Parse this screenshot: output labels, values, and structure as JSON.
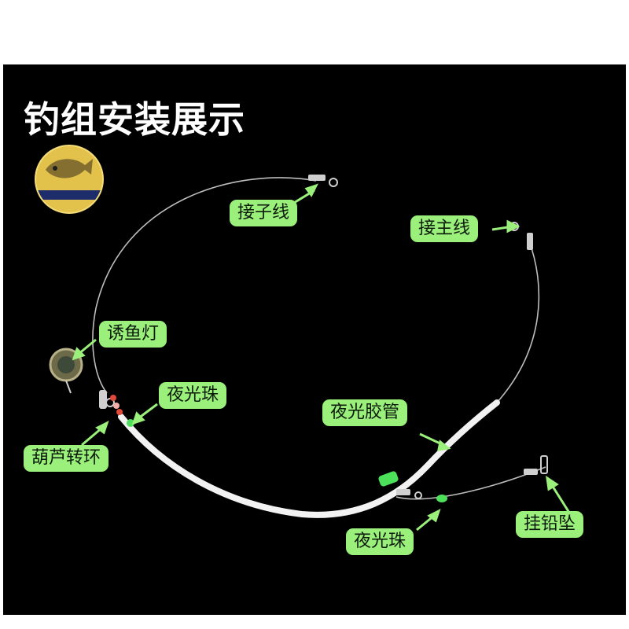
{
  "title": "钓组安装展示",
  "labels": {
    "sub_line": "接子线",
    "main_line": "接主线",
    "lure_light": "诱鱼灯",
    "glow_bead_top": "夜光珠",
    "glow_tube": "夜光胶管",
    "gourd_swivel": "葫芦转环",
    "sinker": "挂铅坠",
    "glow_bead_bottom": "夜光珠"
  },
  "colors": {
    "label_bg": "#9af07a",
    "background": "#000000",
    "tube": "#f2f2f2",
    "bead_green": "#4de05a",
    "bead_red": "#e04a3a"
  }
}
